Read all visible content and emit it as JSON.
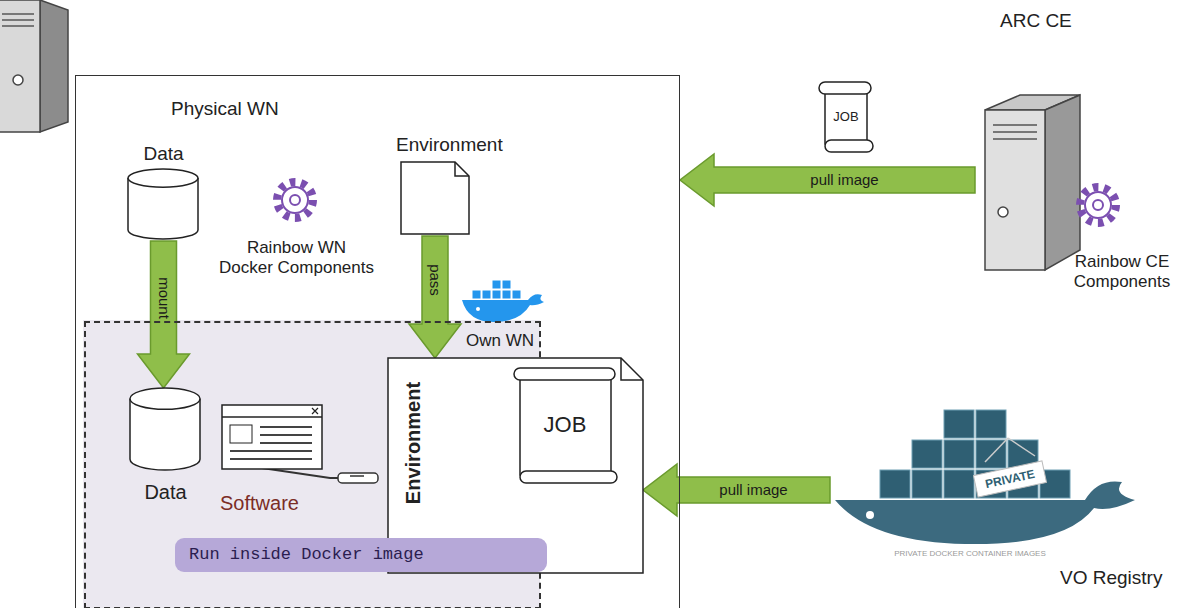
{
  "diagram": {
    "nodes": [
      {
        "text": [
          "Physical WN"
        ]
      },
      {
        "text": [
          "Data"
        ],
        "in": 0
      },
      {
        "text": [
          "Environment"
        ],
        "in": 0
      },
      {
        "text": [
          "Own WN"
        ],
        "in": 0
      },
      {
        "text": [
          "Data"
        ],
        "in": 3
      },
      {
        "text": [
          "Software"
        ],
        "in": 3
      },
      {
        "text": [
          "Environment"
        ],
        "in": 3
      },
      {
        "text": [
          "JOB"
        ],
        "in": 6
      },
      {
        "text": [
          "Run inside Docker image"
        ],
        "in": 3
      },
      {
        "text": [
          "ARC CE",
          "Rainbow CE Components"
        ]
      },
      {
        "text": [
          "JOB"
        ]
      },
      {
        "text": [
          "VO Registry"
        ]
      }
    ],
    "edges": [
      {
        "from": 9,
        "to": 0,
        "label": "pull image",
        "arrow": "to"
      },
      {
        "from": 1,
        "to": 4,
        "label": "mount",
        "arrow": "to"
      },
      {
        "from": 2,
        "to": 6,
        "label": "pass",
        "arrow": "to"
      },
      {
        "from": 11,
        "to": 6,
        "label": "pull image",
        "arrow": "to"
      }
    ],
    "labels": [
      "Rainbow WN Docker Components",
      "PRIVATE",
      "PRIVATE DOCKER CONTAINER IMAGES"
    ]
  }
}
